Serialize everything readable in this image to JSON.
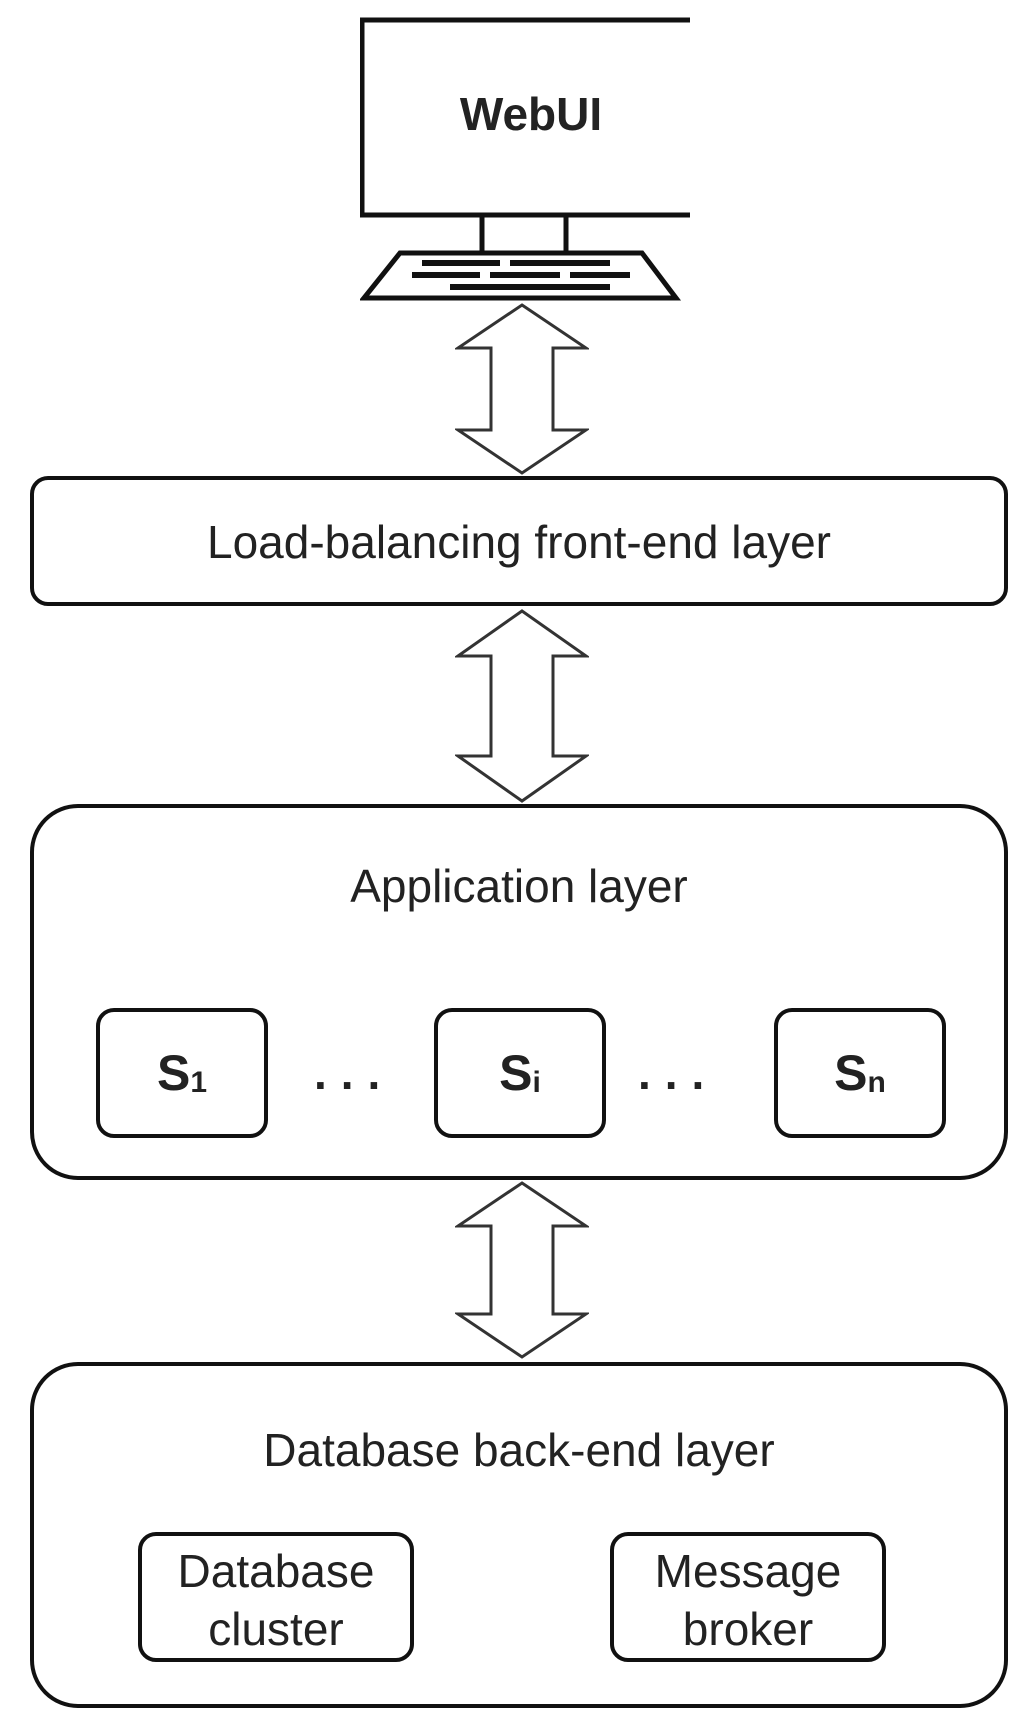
{
  "client": {
    "label": "WebUI"
  },
  "load_balancer": {
    "label": "Load-balancing front-end layer"
  },
  "application_layer": {
    "label": "Application layer",
    "services": [
      {
        "letter": "S",
        "sub": "1"
      },
      {
        "letter": "S",
        "sub": "i"
      },
      {
        "letter": "S",
        "sub": "n"
      }
    ],
    "ellipsis": "..."
  },
  "database_layer": {
    "label": "Database back-end layer",
    "components": [
      {
        "line1": "Database",
        "line2": "cluster"
      },
      {
        "line1": "Message",
        "line2": "broker"
      }
    ]
  }
}
